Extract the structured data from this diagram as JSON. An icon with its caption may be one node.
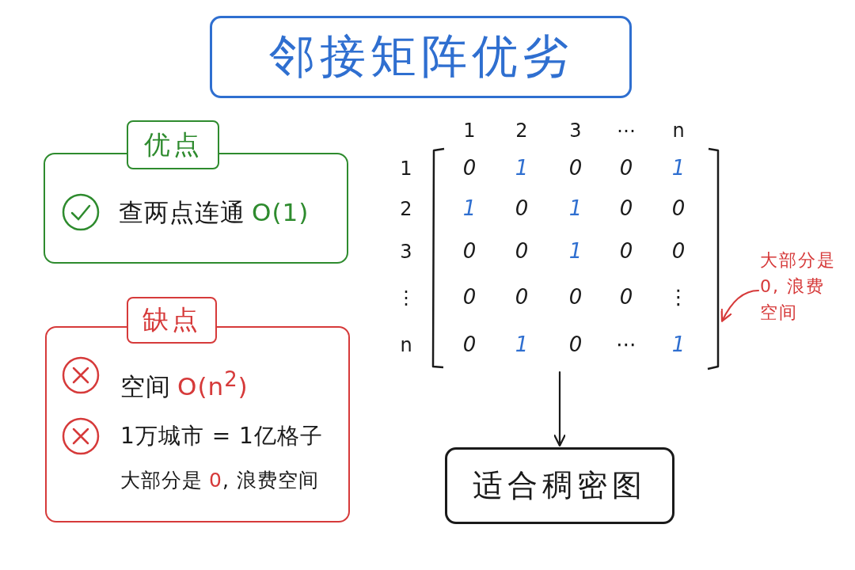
{
  "diagram": {
    "nodes": [
      {
        "text": [
          "邻接矩阵优劣"
        ]
      },
      {
        "text": [
          "优点",
          "查两点连通",
          "O(1)"
        ]
      },
      {
        "text": [
          "缺点",
          "空间",
          "O(n$^{2}$)",
          "1万城市 = 1亿格子",
          "大部分是",
          "0",
          ", 浪费空间"
        ]
      },
      {
        "text": [
          "0",
          "1",
          "0",
          "0",
          "1",
          "1",
          "0",
          "1",
          "0",
          "0",
          "0",
          "0",
          "1",
          "0",
          "0",
          "0",
          "0",
          "0",
          "0",
          "⋮",
          "0",
          "1",
          "0",
          "⋯",
          "1"
        ]
      },
      {
        "text": [
          "大部分是 0, 浪费空间"
        ]
      },
      {
        "text": [
          "适合稠密图"
        ]
      }
    ],
    "edges": [
      {
        "from": 4,
        "to": 3,
        "arrow": "to",
        "color": "#d63a3a"
      },
      {
        "from": 3,
        "to": 5,
        "arrow": "to",
        "color": "#1a1a1a"
      }
    ],
    "labels": [
      "1",
      "2",
      "3",
      "⋯",
      "n",
      "1",
      "2",
      "3",
      "⋮",
      "n"
    ]
  }
}
